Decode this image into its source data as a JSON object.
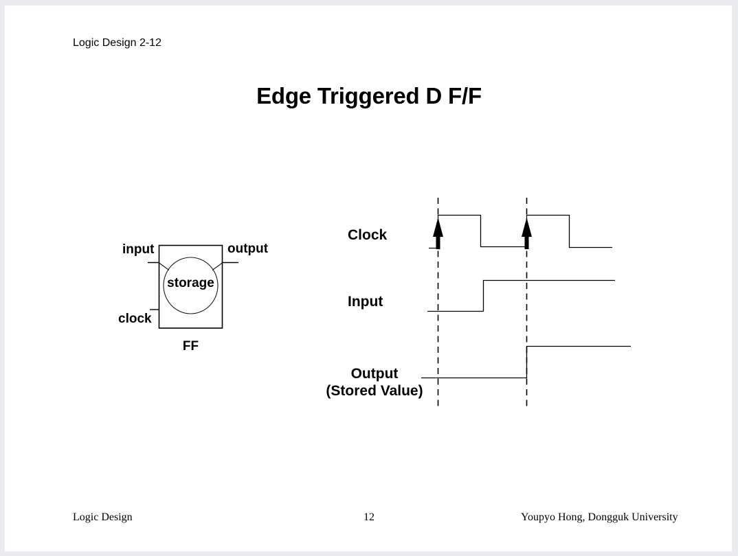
{
  "slide": {
    "header": "Logic Design 2-12",
    "title": "Edge Triggered D F/F"
  },
  "ff_diagram": {
    "input_label": "input",
    "output_label": "output",
    "clock_label": "clock",
    "storage_label": "storage",
    "caption": "FF"
  },
  "timing_diagram": {
    "clock_label": "Clock",
    "input_label": "Input",
    "output_label": "Output",
    "output_sublabel": "(Stored Value)",
    "edge_markers": [
      "rising-edge-1",
      "rising-edge-2"
    ],
    "waveforms": {
      "clock": "low, rise at edge1, high, fall, low, rise at edge2, high, fall, low",
      "input": "low until between edge1 and edge2, then high to end",
      "output": "low until edge2, rises at edge2, high to end"
    }
  },
  "footer": {
    "left": "Logic Design",
    "page_number": "12",
    "right": "Youpyo Hong, Dongguk University"
  },
  "colors": {
    "canvas_background": "#eaebef",
    "page_background": "#ffffff",
    "ink": "#000000"
  }
}
